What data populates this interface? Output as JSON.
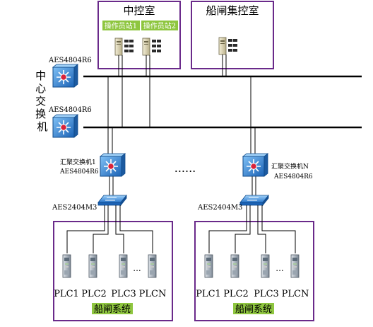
{
  "control_rooms": {
    "central": {
      "title": "中控室",
      "stations": [
        "操作员站1",
        "操作员站2"
      ]
    },
    "shipyard": {
      "title": "船闸集控室"
    }
  },
  "core_network": {
    "label": "中心交换机",
    "switches": [
      {
        "model": "AES4804R6"
      },
      {
        "model": "AES4804R6"
      }
    ]
  },
  "ellipsis": "......",
  "subsystems": [
    {
      "aggregation_label": "汇聚交换机1",
      "aggregation_model": "AES4804R6",
      "access_model": "AES2404M3",
      "plcs": [
        "PLC1",
        "PLC2",
        "PLC3",
        "PLCN"
      ],
      "dots": "...",
      "system_label": "船闸系统"
    },
    {
      "aggregation_label": "汇聚交换机N",
      "aggregation_model": "AES4804R6",
      "access_model": "AES2404M3",
      "plcs": [
        "PLC1",
        "PLC2",
        "PLC3",
        "PLCN"
      ],
      "dots": "...",
      "system_label": "船闸系统"
    }
  ],
  "colors": {
    "frame": "#6a2a8a",
    "station_label_bg": "#8fc640",
    "switch_blue": "#2f7fd0",
    "switch_center": "#d8233a",
    "line": "#000000"
  }
}
